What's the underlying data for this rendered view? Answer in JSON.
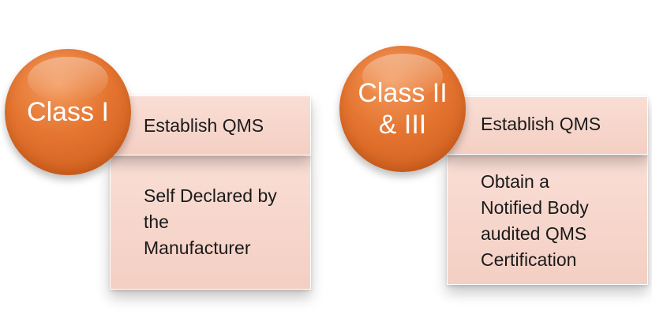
{
  "diagram": {
    "groups": [
      {
        "circle_label": "Class I",
        "top_box_text": "Establish QMS",
        "bottom_box_lines": [
          "Self Declared by",
          "the",
          "Manufacturer"
        ]
      },
      {
        "circle_label": "Class II\n& III",
        "top_box_text": "Establish QMS",
        "bottom_box_lines": [
          "Obtain a",
          "Notified Body",
          "audited QMS",
          "Certification"
        ]
      }
    ],
    "colors": {
      "circle_orange": "#e4742f",
      "box_fill": "#f7d6cb",
      "text_dark": "#1a1a1a",
      "text_light": "#ffffff"
    }
  }
}
